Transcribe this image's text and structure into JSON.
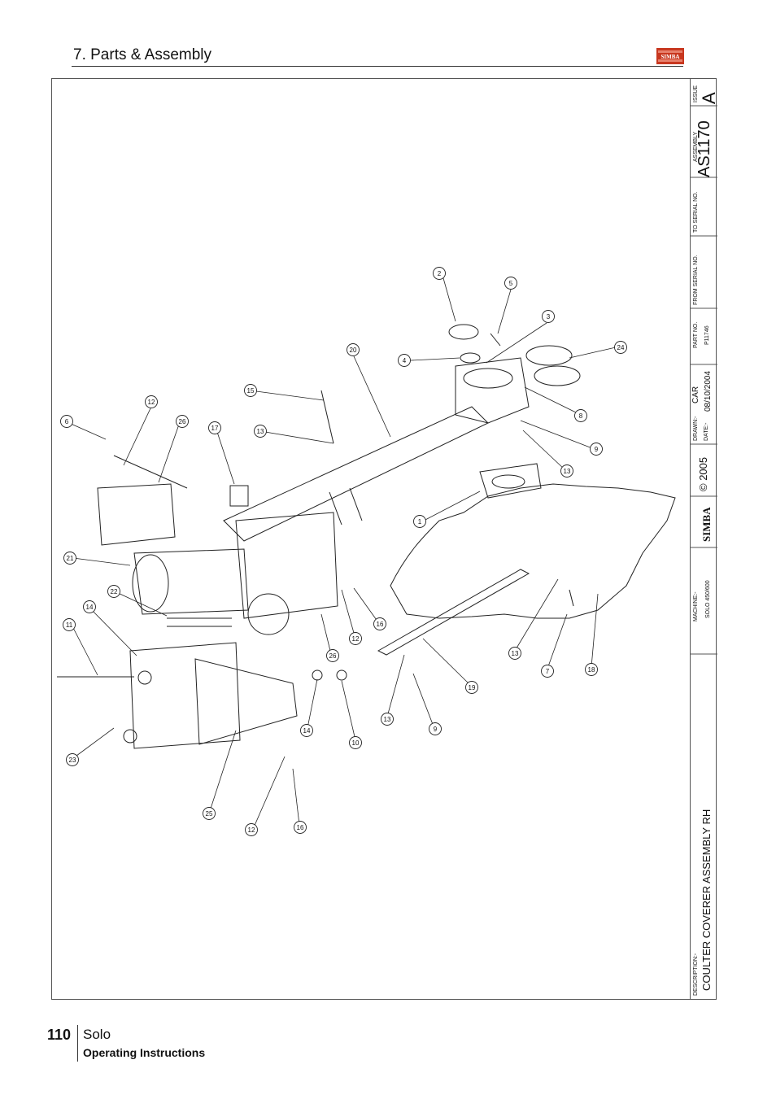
{
  "header": {
    "section_title": "7. Parts & Assembly",
    "logo_text": "SIMBA"
  },
  "title_block": {
    "issue_label": "ISSUE",
    "issue_value": "A",
    "assembly_label": "ASSEMBLY",
    "assembly_value": "AS1170",
    "to_serial_label": "TO SERIAL NO.",
    "from_serial_label": "FROM SERIAL NO.",
    "part_no_label": "PART NO.",
    "part_no_value": "P11746",
    "drawn_label": "DRAWN:-",
    "drawn_value": "CAR",
    "date_label": "DATE:-",
    "date_value": "08/10/2004",
    "copyright": "© 2005",
    "logo_text": "SIMBA",
    "machine_label": "MACHINE:-",
    "machine_value": "SOLO 450/600",
    "description_label": "DESCRIPTION:-",
    "description_value": "COULTER COVERER ASSEMBLY RH"
  },
  "callouts": [
    "2",
    "5",
    "3",
    "4",
    "24",
    "20",
    "15",
    "8",
    "9",
    "13",
    "17",
    "1",
    "6",
    "12",
    "26",
    "13",
    "21",
    "22",
    "14",
    "11",
    "12",
    "16",
    "26",
    "13",
    "7",
    "18",
    "19",
    "9",
    "13",
    "14",
    "10",
    "23",
    "25",
    "12",
    "16"
  ],
  "footer": {
    "page_number": "110",
    "product": "Solo",
    "subtitle": "Operating Instructions"
  }
}
